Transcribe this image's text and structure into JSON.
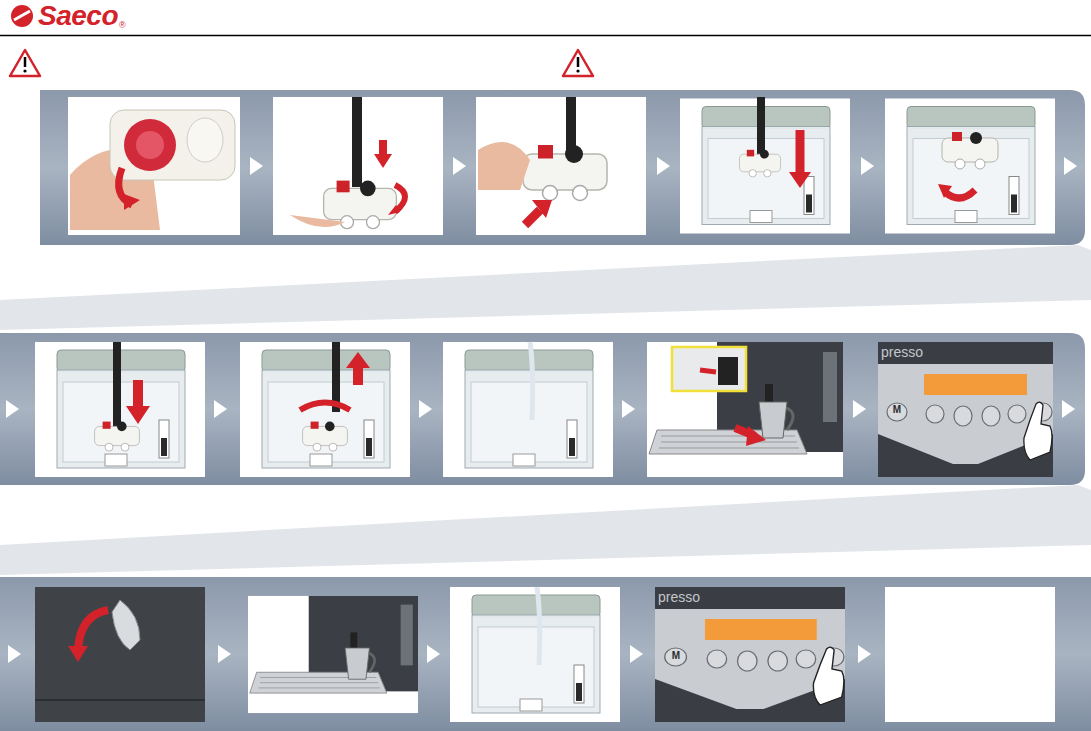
{
  "diagram": {
    "title": "Saeco",
    "labels": [
      "®",
      "presso",
      "M",
      "presso",
      "M"
    ]
  }
}
